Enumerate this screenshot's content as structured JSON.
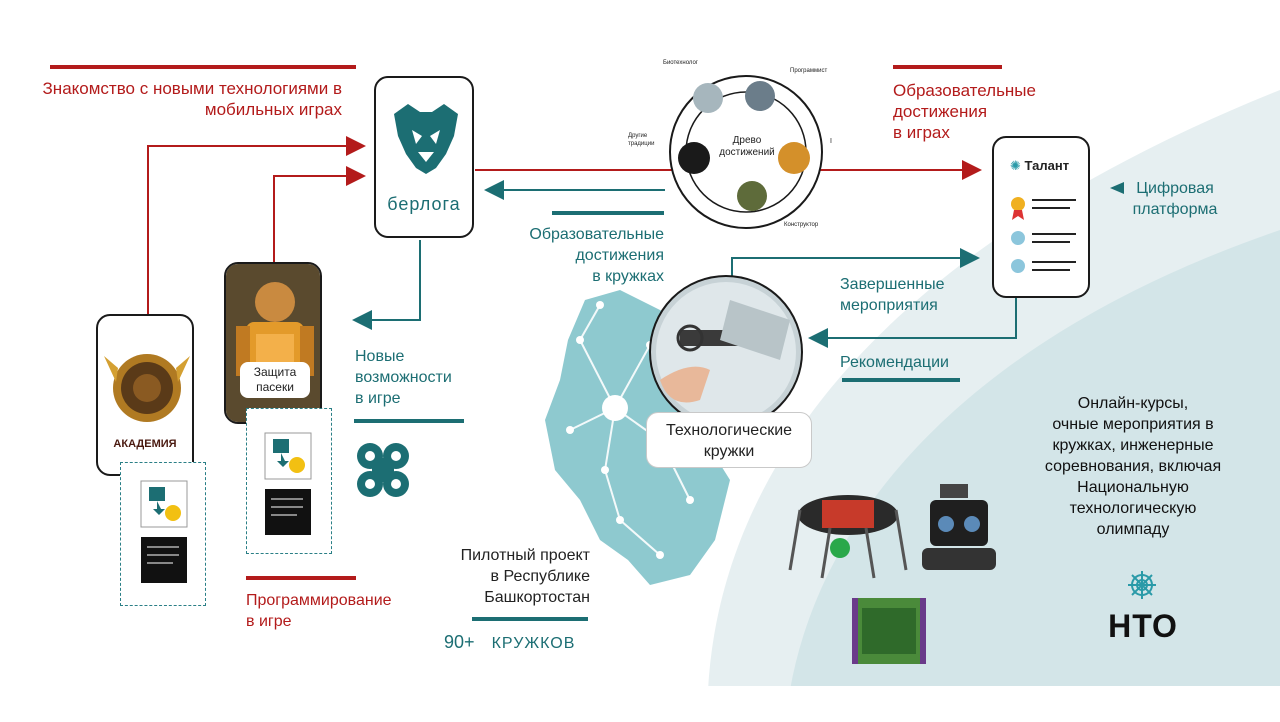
{
  "top_left": {
    "heading": "Знакомство с новыми технологиями в мобильных играх"
  },
  "berloga": {
    "logo_text": "берлога"
  },
  "top_right": {
    "heading_line1": "Образовательные",
    "heading_line2": "достижения",
    "heading_line3": "в играх"
  },
  "tree": {
    "center_line1": "Древо",
    "center_line2": "достижений",
    "labels": [
      "Биотехнолог",
      "Программист",
      "Другие традиции",
      "Конструктор",
      "І"
    ]
  },
  "talent": {
    "title": "Талант"
  },
  "digital_platform": {
    "line1": "Цифровая",
    "line2": "платформа"
  },
  "circle_achievements": {
    "line1": "Образовательные",
    "line2": "достижения",
    "line3": "в кружках"
  },
  "completed_events": {
    "line1": "Завершенные",
    "line2": "мероприятия"
  },
  "recommendations": "Рекомендации",
  "new_opportunities": {
    "line1": "Новые",
    "line2": "возможности",
    "line3": "в игре"
  },
  "apiary": {
    "line1": "Защита",
    "line2": "пасеки"
  },
  "academy": {
    "label": "АКАДЕМИЯ"
  },
  "programming": {
    "line1": "Программирование",
    "line2": "в игре"
  },
  "tech_circles": {
    "line1": "Технологические",
    "line2": "кружки"
  },
  "pilot": {
    "line1": "Пилотный проект",
    "line2": "в Республике",
    "line3": "Башкортостан",
    "count": "90+",
    "count_label": "КРУЖКОВ"
  },
  "online": {
    "lines": [
      "Онлайн-курсы,",
      "очные мероприятия в",
      "кружках, инженерные",
      "соревнования, включая",
      "Национальную",
      "технологическую",
      "олимпаду"
    ]
  },
  "nto": {
    "logo_text": "НТО"
  },
  "colors": {
    "red": "#b31b1b",
    "teal": "#1c6e73",
    "light_teal": "#8ec9cf",
    "pale_bg": "#dbe9ec"
  }
}
